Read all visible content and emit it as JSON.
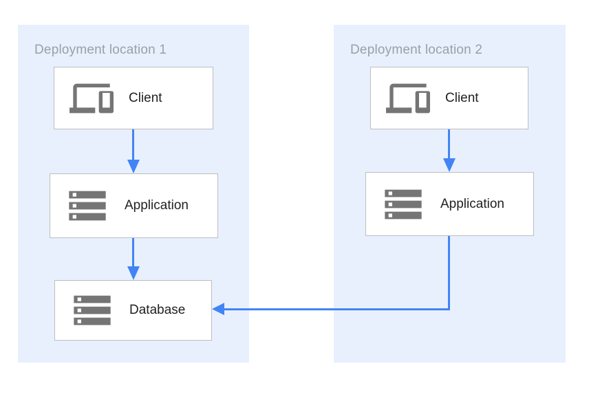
{
  "diagram": {
    "type": "architecture-flow",
    "panels": [
      {
        "title": "Deployment location 1",
        "nodes": [
          {
            "label": "Client",
            "icon": "devices-icon"
          },
          {
            "label": "Application",
            "icon": "server-stack-icon"
          },
          {
            "label": "Database",
            "icon": "server-stack-icon"
          }
        ]
      },
      {
        "title": "Deployment location 2",
        "nodes": [
          {
            "label": "Client",
            "icon": "devices-icon"
          },
          {
            "label": "Application",
            "icon": "server-stack-icon"
          }
        ]
      }
    ],
    "edges": [
      {
        "from": "Client (Deployment location 1)",
        "to": "Application (Deployment location 1)",
        "shape": "straight-down"
      },
      {
        "from": "Application (Deployment location 1)",
        "to": "Database (Deployment location 1)",
        "shape": "straight-down"
      },
      {
        "from": "Client (Deployment location 2)",
        "to": "Application (Deployment location 2)",
        "shape": "straight-down"
      },
      {
        "from": "Application (Deployment location 2)",
        "to": "Database (Deployment location 1)",
        "shape": "down-then-left"
      }
    ],
    "colors": {
      "panel_background": "#e8f0fe",
      "node_background": "#ffffff",
      "node_border": "#bdbdbd",
      "icon_gray": "#757575",
      "title_text": "#9aa0a6",
      "label_text": "#212121",
      "arrow": "#4284f4"
    }
  }
}
